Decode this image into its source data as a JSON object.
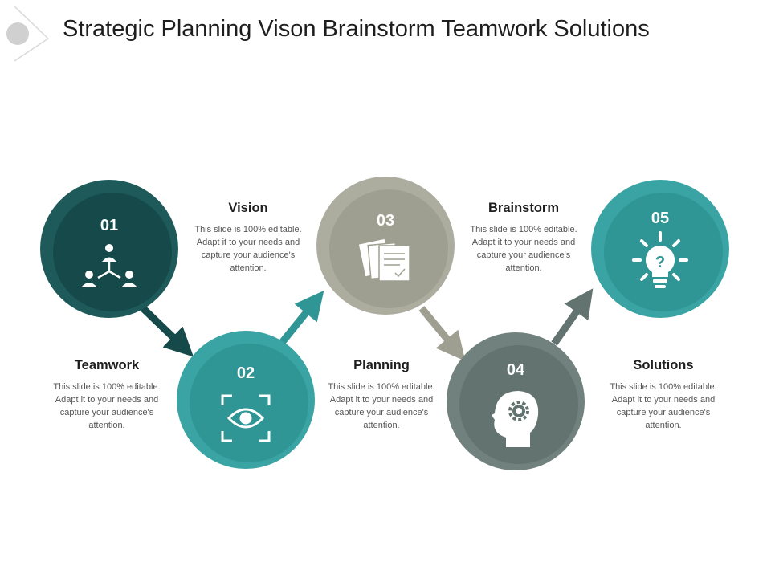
{
  "title": "Strategic Planning Vison Brainstorm Teamwork Solutions",
  "steps": [
    {
      "number": "01",
      "label": "Teamwork",
      "icon": "team-hierarchy-icon",
      "color": "#15494a",
      "ring": "#1f5a5b",
      "text": "This slide is 100% editable. Adapt it to your needs and capture your audience's attention."
    },
    {
      "number": "02",
      "label": "Vision",
      "icon": "eye-focus-icon",
      "color": "#2f9595",
      "ring": "#3aa3a3",
      "text": "This slide is 100% editable. Adapt it to your needs and capture your audience's attention."
    },
    {
      "number": "03",
      "label": "Planning",
      "icon": "documents-checklist-icon",
      "color": "#9e9f91",
      "ring": "#acad9f",
      "text": "This slide is 100% editable. Adapt it to your needs and capture your audience's attention."
    },
    {
      "number": "04",
      "label": "Brainstorm",
      "icon": "head-gear-icon",
      "color": "#627370",
      "ring": "#70817e",
      "text": "This slide is 100% editable. Adapt it to your needs and capture your audience's attention."
    },
    {
      "number": "05",
      "label": "Solutions",
      "icon": "lightbulb-question-icon",
      "color": "#2f9595",
      "ring": "#3aa3a3",
      "text": "This slide is 100% editable. Adapt it to your needs and capture your audience's attention."
    }
  ]
}
